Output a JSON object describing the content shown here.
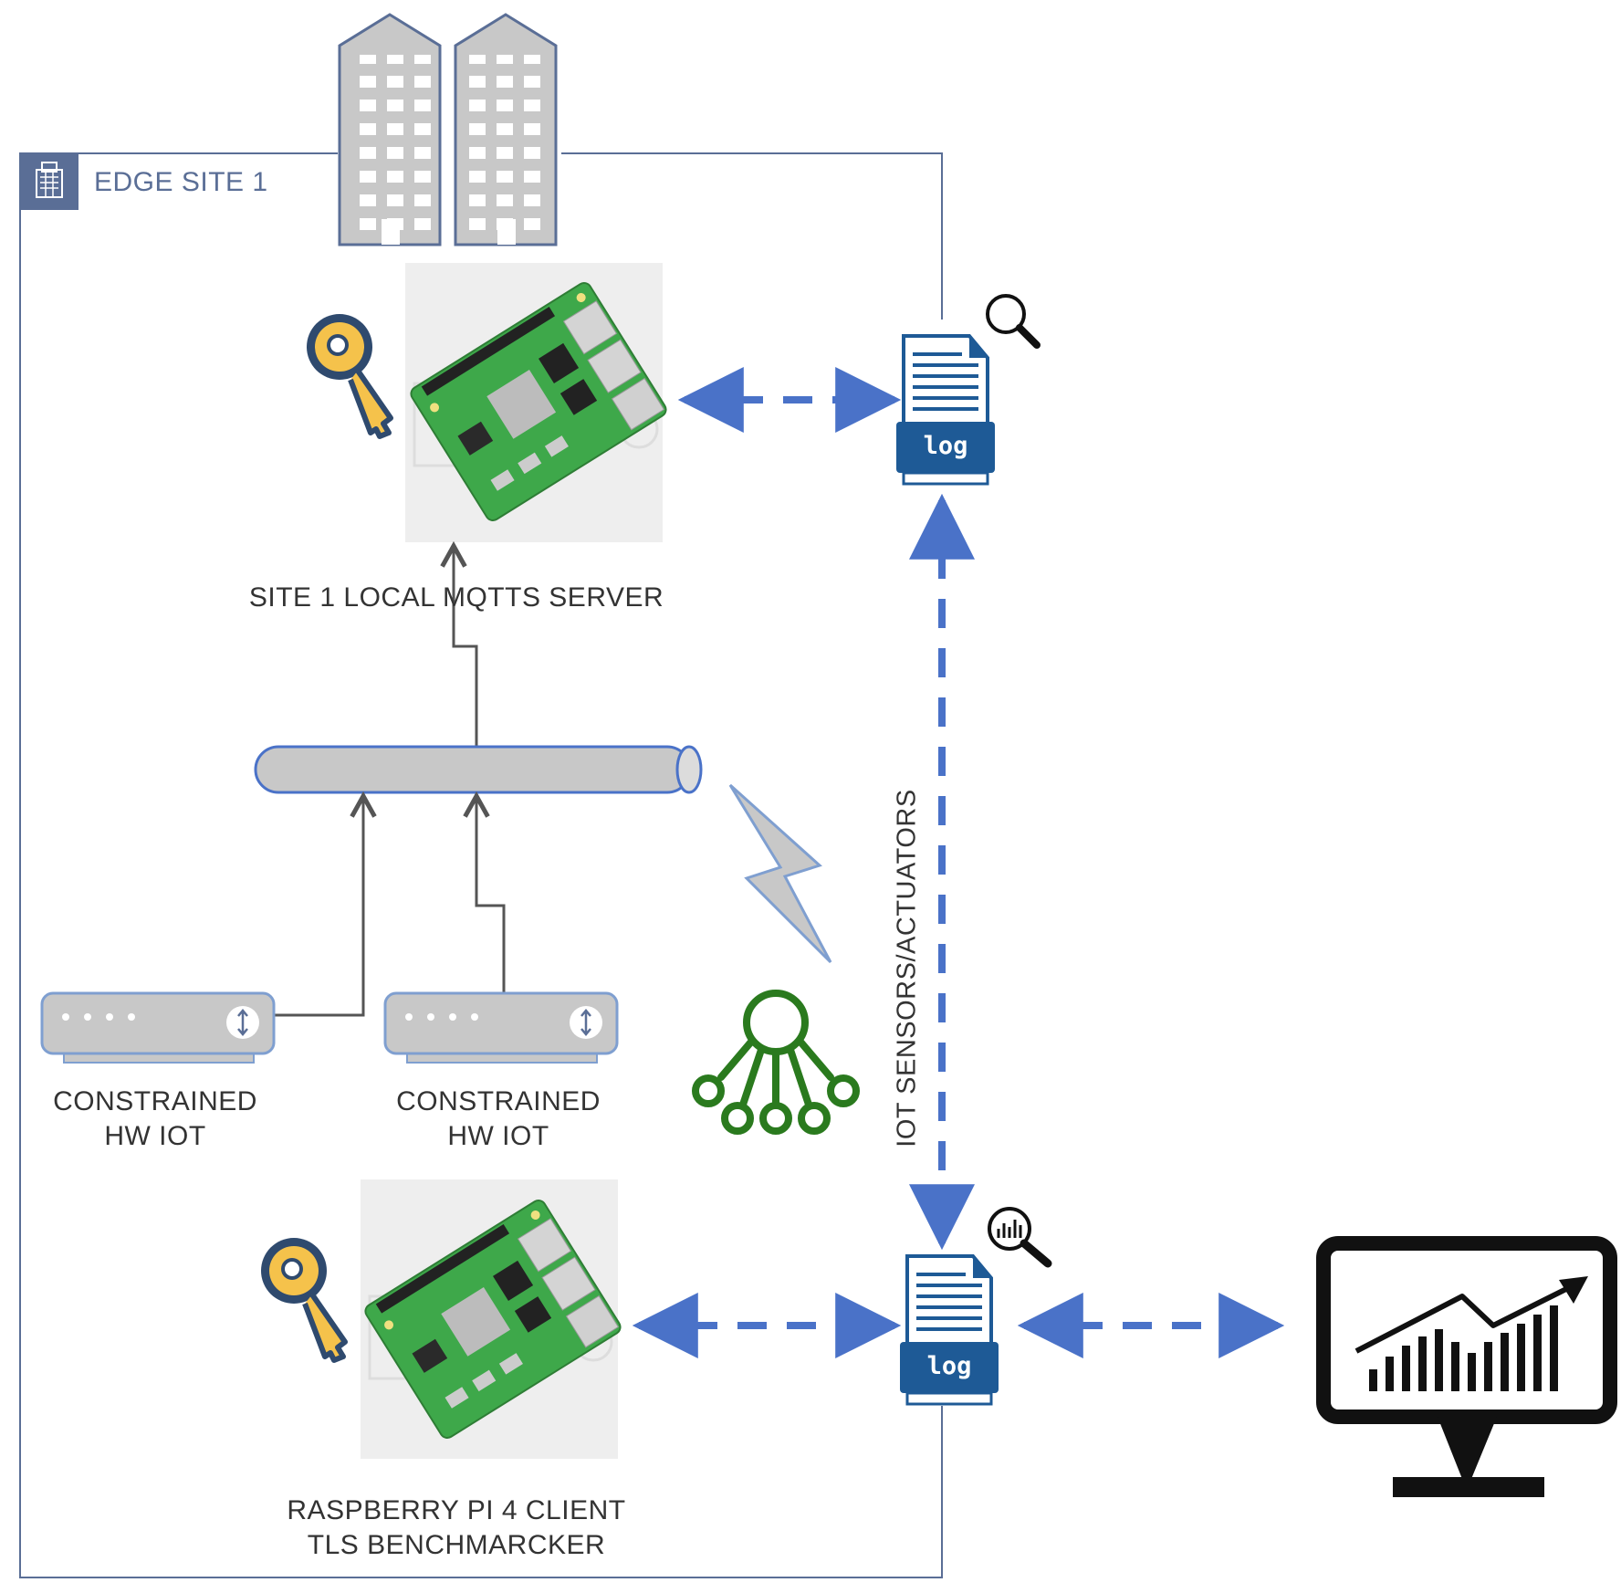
{
  "edge_site": {
    "title": "EDGE SITE 1"
  },
  "server": {
    "label": "SITE 1 LOCAL MQTTS SERVER"
  },
  "devices": [
    {
      "line1": "CONSTRAINED",
      "line2": "HW IOT"
    },
    {
      "line1": "CONSTRAINED",
      "line2": "HW IOT"
    }
  ],
  "client": {
    "line1": "RASPBERRY PI 4 CLIENT",
    "line2": "TLS BENCHMARCKER"
  },
  "link": {
    "label": "IOT SENSORS/ACTUATORS"
  },
  "logs": {
    "top_label": "log",
    "bottom_label": "log"
  },
  "colors": {
    "frame": "#5a6e96",
    "arrow_blue": "#4a72c8",
    "log_blue": "#1e5a96",
    "gray_fill": "#c8c8c8",
    "board_green": "#3ea84a",
    "hub_green": "#2a7a1e",
    "key_yellow": "#f5c24b"
  }
}
